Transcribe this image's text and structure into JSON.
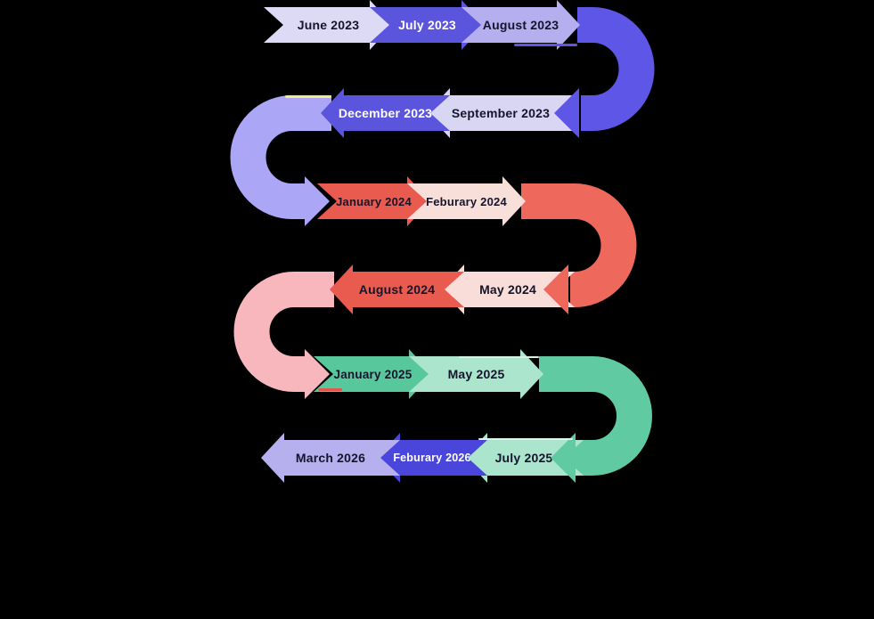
{
  "background": "#000000",
  "timeline": {
    "type": "snake-timeline",
    "arrows": [
      {
        "id": "june-2023",
        "label": "June 2023",
        "row": 1,
        "direction": "right",
        "color": "#DCDAF4",
        "text_color": "#14142B"
      },
      {
        "id": "july-2023",
        "label": "July 2023",
        "row": 1,
        "direction": "right",
        "color": "#5B55DD",
        "text_color": "#FFFFFF"
      },
      {
        "id": "august-2023",
        "label": "August 2023",
        "row": 1,
        "direction": "right",
        "color": "#B5AFEF",
        "text_color": "#14142B"
      },
      {
        "id": "september-2023",
        "label": "September 2023",
        "row": 2,
        "direction": "left",
        "color": "#D8D6F3",
        "text_color": "#14142B"
      },
      {
        "id": "december-2023",
        "label": "December 2023",
        "row": 2,
        "direction": "left",
        "color": "#5B55DD",
        "text_color": "#FFFFFF"
      },
      {
        "id": "january-2024",
        "label": "January 2024",
        "row": 3,
        "direction": "right",
        "color": "#EA5B4F",
        "text_color": "#14142B"
      },
      {
        "id": "feburary-2024",
        "label": "Feburary 2024",
        "row": 3,
        "direction": "right",
        "color": "#F8DFDA",
        "text_color": "#14142B"
      },
      {
        "id": "may-2024",
        "label": "May 2024",
        "row": 4,
        "direction": "left",
        "color": "#F8DDD8",
        "text_color": "#14142B"
      },
      {
        "id": "august-2024",
        "label": "August 2024",
        "row": 4,
        "direction": "left",
        "color": "#EA5B4F",
        "text_color": "#14142B"
      },
      {
        "id": "january-2025",
        "label": "January 2025",
        "row": 5,
        "direction": "right",
        "color": "#58C79C",
        "text_color": "#14142B"
      },
      {
        "id": "may-2025",
        "label": "May 2025",
        "row": 5,
        "direction": "right",
        "color": "#ABE5CE",
        "text_color": "#14142B"
      },
      {
        "id": "july-2025",
        "label": "July 2025",
        "row": 6,
        "direction": "left",
        "color": "#ABE5CE",
        "text_color": "#14142B"
      },
      {
        "id": "feburary-2026",
        "label": "Feburary 2026",
        "row": 6,
        "direction": "left",
        "color": "#4B46DB",
        "text_color": "#FFFFFF"
      },
      {
        "id": "march-2026",
        "label": "March 2026",
        "row": 6,
        "direction": "left",
        "color": "#B6B0EE",
        "text_color": "#14142B"
      }
    ],
    "connectors": [
      {
        "id": "curve-right-2023",
        "side": "right",
        "from": "August 2023",
        "to": "September 2023",
        "color": "#5D56E6"
      },
      {
        "id": "curve-left-2023-2024",
        "side": "left",
        "from": "December 2023",
        "to": "January 2024",
        "color": "#ACA6F6"
      },
      {
        "id": "curve-right-2024",
        "side": "right",
        "from": "Feburary 2024",
        "to": "May 2024",
        "color": "#EE685C"
      },
      {
        "id": "curve-left-2024-2025",
        "side": "left",
        "from": "August 2024",
        "to": "January 2025",
        "color": "#F7B7BD"
      },
      {
        "id": "curve-right-2025",
        "side": "right",
        "from": "May 2025",
        "to": "July 2025",
        "color": "#60CBA3"
      }
    ],
    "accents": [
      {
        "id": "december-yellow-dash",
        "color": "#EFE98F"
      },
      {
        "id": "august-2023-underline",
        "color": "#5D57E2"
      },
      {
        "id": "july-2025-top-highlight",
        "color": "#DFF5EC"
      },
      {
        "id": "may-2025-top-highlight",
        "color": "#D6F3E7"
      },
      {
        "id": "pink-tip-red-dash",
        "color": "#E2574B"
      }
    ]
  }
}
